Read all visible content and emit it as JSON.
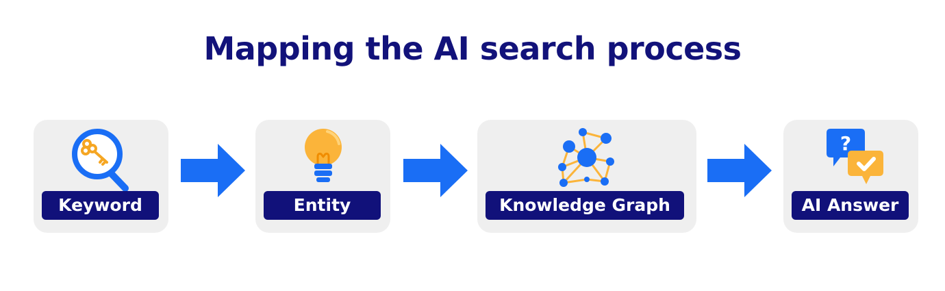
{
  "title": "Mapping the AI search process",
  "steps": [
    {
      "label": "Keyword",
      "icon": "magnifier-key-icon"
    },
    {
      "label": "Entity",
      "icon": "lightbulb-icon"
    },
    {
      "label": "Knowledge Graph",
      "icon": "network-graph-icon"
    },
    {
      "label": "AI Answer",
      "icon": "chat-bubbles-icon"
    }
  ],
  "colors": {
    "title": "#12127a",
    "card": "#efefef",
    "label_bg": "#11117a",
    "arrow": "#1a6ef5",
    "accent_yellow": "#fbb43a"
  }
}
